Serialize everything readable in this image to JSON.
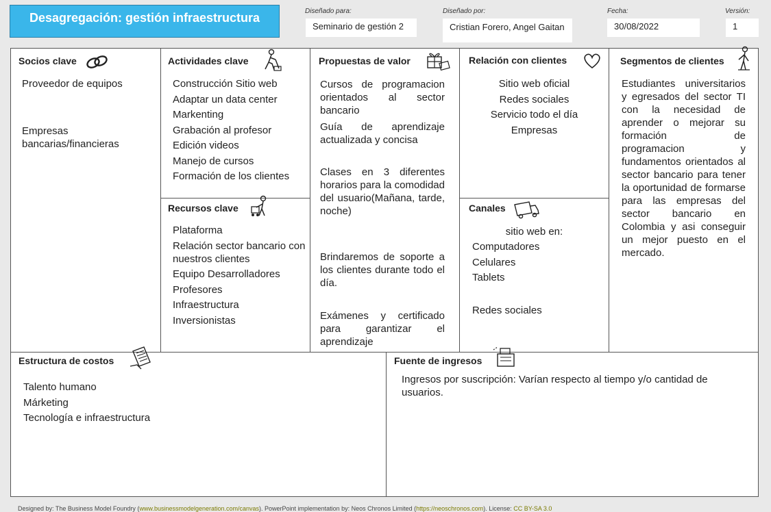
{
  "header": {
    "title": "Desagregación: gestión infraestructura",
    "designed_for_label": "Diseñado para:",
    "designed_for": "Seminario de gestión 2",
    "designed_by_label": "Diseñado por:",
    "designed_by": "Cristian Forero, Angel Gaitan",
    "date_label": "Fecha:",
    "date": "30/08/2022",
    "version_label": "Versión:",
    "version": "1"
  },
  "socios": {
    "title": "Socios clave",
    "icon": "link-icon",
    "items": [
      "Proveedor de equipos",
      "Empresas bancarias/financieras"
    ]
  },
  "actividades": {
    "title": "Actividades clave",
    "icon": "worker-icon",
    "items": [
      "Construcción Sitio web",
      "Adaptar un data center",
      "Markenting",
      "Grabación al profesor",
      "Edición videos",
      "Manejo de cursos",
      "Formación de los clientes"
    ]
  },
  "recursos": {
    "title": "Recursos clave",
    "icon": "worker-cart-icon",
    "items": [
      "Plataforma",
      "Relación sector bancario con  nuestros clientes",
      "Equipo Desarrolladores",
      "Profesores",
      "Infraestructura",
      "Inversionistas"
    ]
  },
  "propuestas": {
    "title": "Propuestas de valor",
    "icon": "gift-icon",
    "items": [
      "Cursos de programacion orientados al sector bancario",
      "Guía de aprendizaje actualizada y concisa",
      "Clases en 3 diferentes horarios para la comodidad del usuario(Mañana, tarde, noche)",
      "Brindaremos de soporte a los clientes durante todo el día.",
      "Exámenes y certificado para garantizar el aprendizaje"
    ]
  },
  "relacion": {
    "title": "Relación con clientes",
    "icon": "heart-icon",
    "items": [
      "Sitio web oficial",
      "Redes sociales",
      "Servicio todo el día",
      "Empresas"
    ]
  },
  "canales": {
    "title": "Canales",
    "icon": "truck-icon",
    "intro": "sitio web en:",
    "items": [
      "Computadores",
      "Celulares",
      "Tablets"
    ],
    "extra": "Redes sociales"
  },
  "segmentos": {
    "title": "Segmentos de clientes",
    "icon": "person-icon",
    "text": "Estudiantes universitarios y egresados del sector TI con la necesidad de aprender o mejorar su formación de programacion y fundamentos orientados al sector bancario para tener la oportunidad de formarse para las empresas del sector bancario en Colombia y asi conseguir un mejor puesto en el mercado."
  },
  "costos": {
    "title": "Estructura de costos",
    "icon": "receipt-icon",
    "items": [
      "Talento humano",
      "Márketing",
      "Tecnología e infraestructura"
    ]
  },
  "ingresos": {
    "title": "Fuente de ingresos",
    "icon": "cash-register-icon",
    "text": "Ingresos por suscripción: Varían respecto al tiempo y/o cantidad de usuarios."
  },
  "footer": {
    "prefix": "Designed by: The Business Model Foundry (",
    "link1": "www.businessmodelgeneration.com/canvas",
    "mid": "). PowerPoint implementation by: Neos Chronos Limited (",
    "link2": "https://neoschronos.com",
    "license_label": "). License: ",
    "license": "CC BY-SA 3.0"
  }
}
